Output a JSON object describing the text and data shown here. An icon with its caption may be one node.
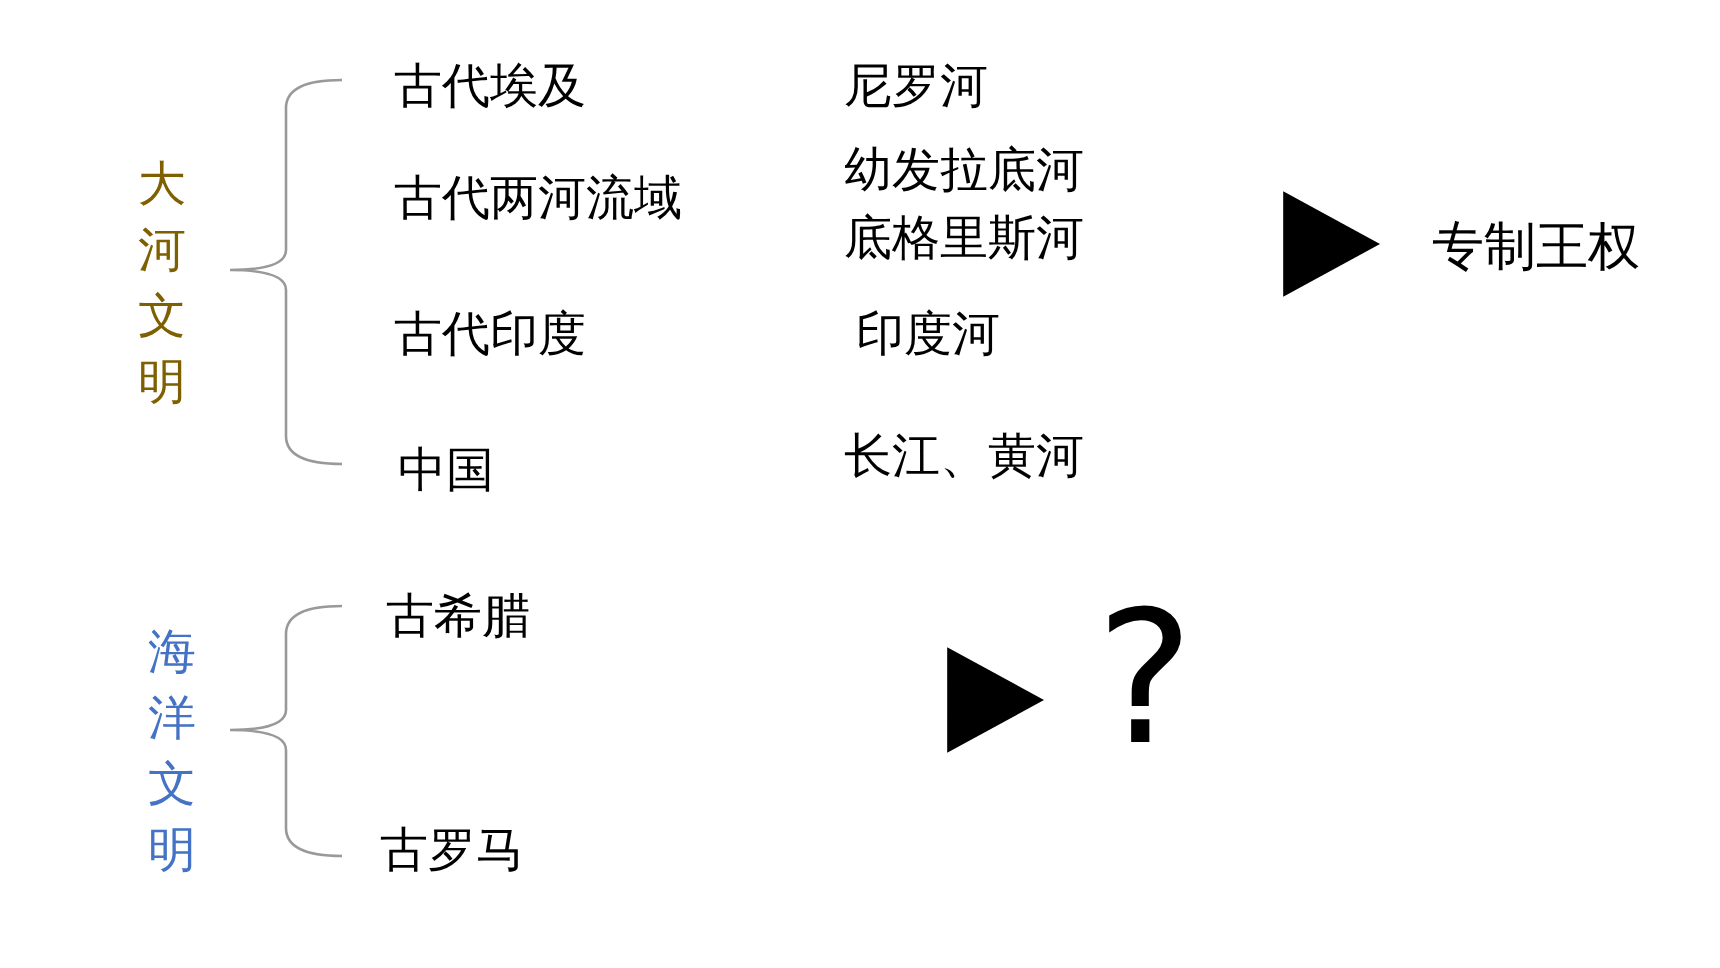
{
  "diagram": {
    "nodes": [
      {
        "text": [
          "专制王权"
        ]
      },
      {
        "text": [
          "?"
        ]
      }
    ],
    "edges": [
      {
        "from": null,
        "to": 0,
        "arrow": "to",
        "style": "thick"
      },
      {
        "from": null,
        "to": 1,
        "arrow": "to",
        "style": "thick"
      }
    ],
    "labels": [
      "大河文明",
      "古代埃及",
      "尼罗河",
      "古代两河流域",
      "幼发拉底河",
      "底格里斯河",
      "古代印度",
      "印度河",
      "中国",
      "长江、黄河",
      "海洋文明",
      "古希腊",
      "古罗马"
    ]
  }
}
